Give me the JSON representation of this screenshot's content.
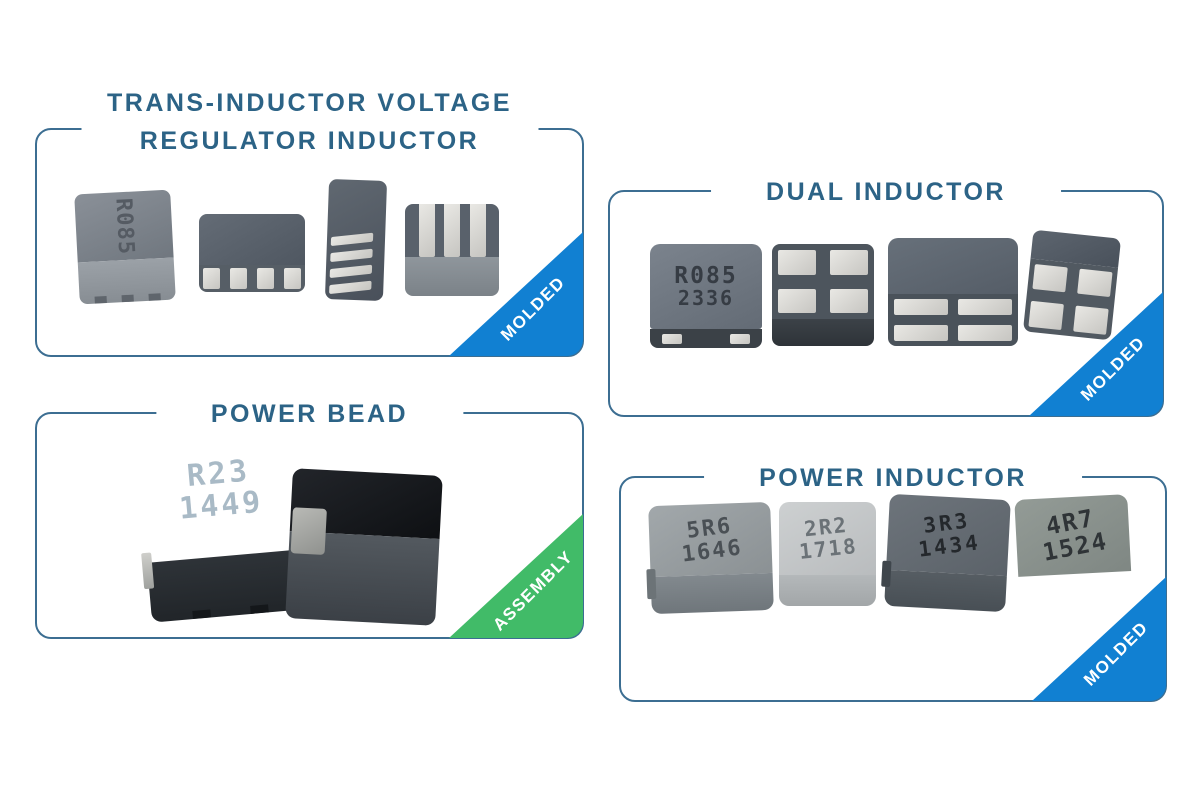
{
  "page": {
    "background": "#ffffff"
  },
  "colors": {
    "title_blue": "#2c6386",
    "border_blue": "#3c6e92",
    "ribbon_blue": "#1180d2",
    "ribbon_green": "#41bb68"
  },
  "panels": [
    {
      "name": "trans-inductor-voltage-regulator-inductor",
      "title_lines": [
        "TRANS-INDUCTOR VOLTAGE",
        "REGULATOR INDUCTOR"
      ],
      "ribbon": {
        "label": "MOLDED",
        "style": "blue"
      },
      "components": [
        {
          "marking_lines": [
            "R085"
          ]
        },
        {
          "marking_lines": []
        },
        {
          "marking_lines": []
        },
        {
          "marking_lines": []
        }
      ]
    },
    {
      "name": "dual-inductor",
      "title_lines": [
        "DUAL INDUCTOR"
      ],
      "ribbon": {
        "label": "MOLDED",
        "style": "blue"
      },
      "components": [
        {
          "marking_lines": [
            "R085",
            "2336"
          ]
        },
        {
          "marking_lines": []
        },
        {
          "marking_lines": []
        },
        {
          "marking_lines": []
        }
      ]
    },
    {
      "name": "power-bead",
      "title_lines": [
        "POWER BEAD"
      ],
      "ribbon": {
        "label": "ASSEMBLY",
        "style": "green"
      },
      "components": [
        {
          "marking_lines": [
            "R23",
            "1449"
          ]
        },
        {
          "marking_lines": []
        }
      ]
    },
    {
      "name": "power-inductor",
      "title_lines": [
        "POWER INDUCTOR"
      ],
      "ribbon": {
        "label": "MOLDED",
        "style": "blue"
      },
      "components": [
        {
          "marking_lines": [
            "5R6",
            "1646"
          ]
        },
        {
          "marking_lines": [
            "2R2",
            "1718"
          ]
        },
        {
          "marking_lines": [
            "3R3",
            "1434"
          ]
        },
        {
          "marking_lines": [
            "4R7",
            "1524"
          ]
        }
      ]
    }
  ]
}
